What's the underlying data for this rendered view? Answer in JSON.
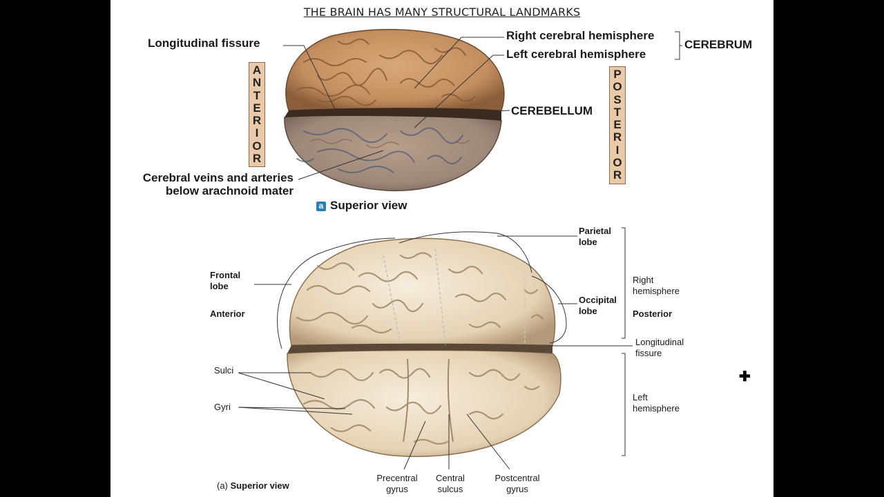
{
  "slide_title": "THE BRAIN HAS MANY STRUCTURAL LANDMARKS",
  "top_figure": {
    "longitudinal_fissure": "Longitudinal fissure",
    "right_hemisphere": "Right cerebral hemisphere",
    "left_hemisphere": "Left cerebral hemisphere",
    "cerebrum": "CEREBRUM",
    "cerebellum": "CEREBELLUM",
    "anterior": "ANTERIOR",
    "posterior": "POSTERIOR",
    "veins_line1": "Cerebral veins and arteries",
    "veins_line2": "below arachnoid mater",
    "badge": "a",
    "caption": "Superior view"
  },
  "bottom_figure": {
    "frontal_lobe_1": "Frontal",
    "frontal_lobe_2": "lobe",
    "anterior": "Anterior",
    "parietal_lobe_1": "Parietal",
    "parietal_lobe_2": "lobe",
    "occipital_lobe_1": "Occipital",
    "occipital_lobe_2": "lobe",
    "right_hemisphere_1": "Right",
    "right_hemisphere_2": "hemisphere",
    "posterior": "Posterior",
    "longitudinal_fissure_1": "Longitudinal",
    "longitudinal_fissure_2": "fissure",
    "left_hemisphere_1": "Left",
    "left_hemisphere_2": "hemisphere",
    "sulci": "Sulci",
    "gyri": "Gyri",
    "precentral_1": "Precentral",
    "precentral_2": "gyrus",
    "central_1": "Central",
    "central_2": "sulcus",
    "postcentral_1": "Postcentral",
    "postcentral_2": "gyrus",
    "caption_prefix": "(a)",
    "caption": "Superior view"
  },
  "colors": {
    "background": "#000000",
    "slide": "#ffffff",
    "brain_top": "#c9976a",
    "brain_fixed": "#ecdcc3",
    "label_box": "#e9c9a7"
  }
}
